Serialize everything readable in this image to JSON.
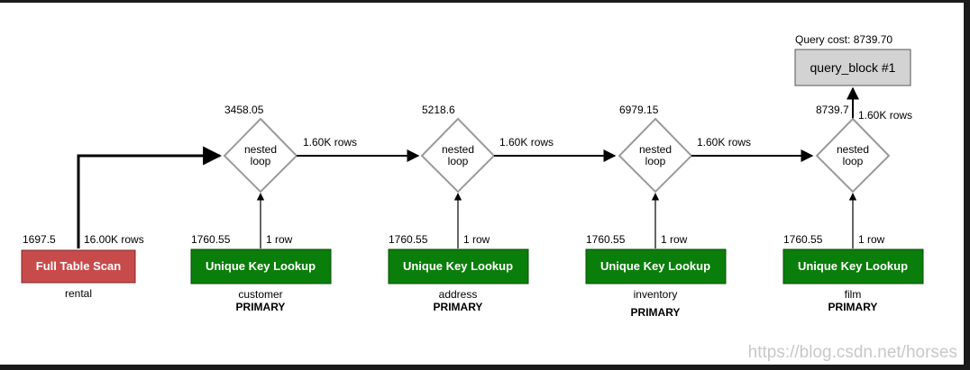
{
  "query_cost_label": "Query cost: 8739.70",
  "query_block_label": "query_block #1",
  "full_scan": {
    "cost": "1697.5",
    "rows": "16.00K rows",
    "label": "Full Table Scan",
    "table": "rental",
    "color": "#c84b4b"
  },
  "nested_loops": [
    {
      "label_line1": "nested",
      "label_line2": "loop",
      "cost": "3458.05",
      "rows_out": "1.60K rows"
    },
    {
      "label_line1": "nested",
      "label_line2": "loop",
      "cost": "5218.6",
      "rows_out": "1.60K rows"
    },
    {
      "label_line1": "nested",
      "label_line2": "loop",
      "cost": "6979.15",
      "rows_out": "1.60K rows"
    },
    {
      "label_line1": "nested",
      "label_line2": "loop",
      "cost": "8739.7",
      "rows_out": "1.60K rows"
    }
  ],
  "lookups": [
    {
      "label": "Unique Key Lookup",
      "cost": "1760.55",
      "rows": "1 row",
      "table": "customer",
      "key": "PRIMARY"
    },
    {
      "label": "Unique Key Lookup",
      "cost": "1760.55",
      "rows": "1 row",
      "table": "address",
      "key": "PRIMARY"
    },
    {
      "label": "Unique Key Lookup",
      "cost": "1760.55",
      "rows": "1 row",
      "table": "inventory",
      "key": "PRIMARY"
    },
    {
      "label": "Unique Key Lookup",
      "cost": "1760.55",
      "rows": "1 row",
      "table": "film",
      "key": "PRIMARY"
    }
  ],
  "watermark": "https://blog.csdn.net/horses",
  "colors": {
    "lookup_green": "#0a7e0a",
    "query_block_fill": "#d3d3d3",
    "diamond_stroke": "#9a9a9a"
  }
}
